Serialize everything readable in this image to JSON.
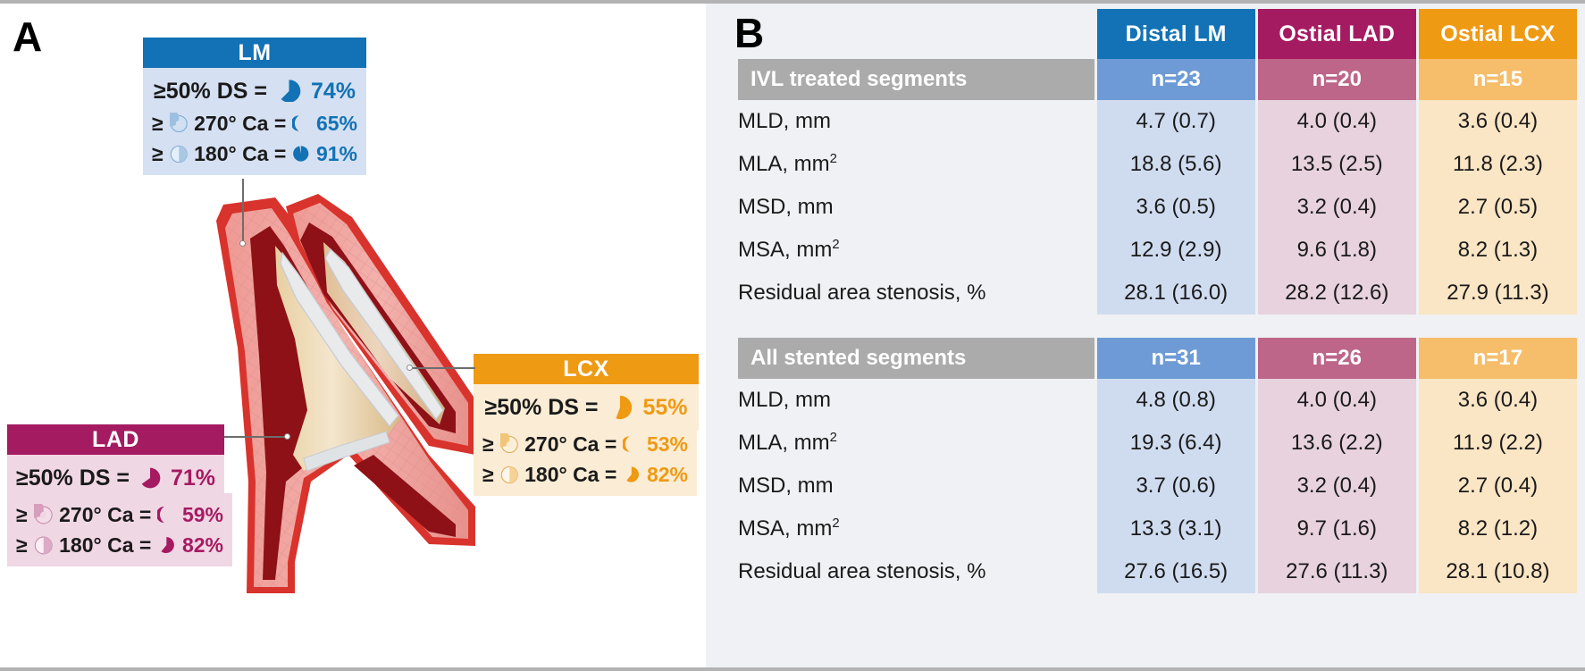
{
  "panels": {
    "a_letter": "A",
    "b_letter": "B"
  },
  "colors": {
    "lm": "#1272b5",
    "lad": "#a51b62",
    "lcx": "#ef9a13",
    "gray_header": "#ababab",
    "panel_b_bg": "#eff1f4"
  },
  "illustration": {
    "name": "coronary-bifurcation-cross-section",
    "description": "Left main coronary bifurcation with calcified plaque"
  },
  "callouts": {
    "lm": {
      "title": "LM",
      "ds_label": "≥50% DS =",
      "ds_value": "74%",
      "ca270_prefix": "≥",
      "ca270_label": "270° Ca =",
      "ca270_value": "65%",
      "ca180_prefix": "≥",
      "ca180_label": "180° Ca =",
      "ca180_value": "91%"
    },
    "lad": {
      "title": "LAD",
      "ds_label": "≥50% DS =",
      "ds_value": "71%",
      "ca270_prefix": "≥",
      "ca270_label": "270° Ca =",
      "ca270_value": "59%",
      "ca180_prefix": "≥",
      "ca180_label": "180° Ca =",
      "ca180_value": "82%"
    },
    "lcx": {
      "title": "LCX",
      "ds_label": "≥50% DS =",
      "ds_value": "55%",
      "ca270_prefix": "≥",
      "ca270_label": "270° Ca =",
      "ca270_value": "53%",
      "ca180_prefix": "≥",
      "ca180_label": "180° Ca =",
      "ca180_value": "82%"
    }
  },
  "table": {
    "columns": [
      "",
      "Distal LM",
      "Ostial LAD",
      "Ostial LCX"
    ],
    "blocks": [
      {
        "title": "IVL treated segments",
        "counts": [
          "n=23",
          "n=20",
          "n=15"
        ],
        "rows": [
          {
            "label": "MLD, mm",
            "sup": "",
            "values": [
              "4.7 (0.7)",
              "4.0 (0.4)",
              "3.6 (0.4)"
            ]
          },
          {
            "label": "MLA, mm",
            "sup": "2",
            "values": [
              "18.8 (5.6)",
              "13.5 (2.5)",
              "11.8 (2.3)"
            ]
          },
          {
            "label": "MSD, mm",
            "sup": "",
            "values": [
              "3.6 (0.5)",
              "3.2 (0.4)",
              "2.7 (0.5)"
            ]
          },
          {
            "label": "MSA, mm",
            "sup": "2",
            "values": [
              "12.9 (2.9)",
              "9.6 (1.8)",
              "8.2 (1.3)"
            ]
          },
          {
            "label": "Residual area stenosis, %",
            "sup": "",
            "values": [
              "28.1 (16.0)",
              "28.2 (12.6)",
              "27.9 (11.3)"
            ]
          }
        ]
      },
      {
        "title": "All stented segments",
        "counts": [
          "n=31",
          "n=26",
          "n=17"
        ],
        "rows": [
          {
            "label": "MLD, mm",
            "sup": "",
            "values": [
              "4.8 (0.8)",
              "4.0 (0.4)",
              "3.6 (0.4)"
            ]
          },
          {
            "label": "MLA, mm",
            "sup": "2",
            "values": [
              "19.3 (6.4)",
              "13.6 (2.2)",
              "11.9 (2.2)"
            ]
          },
          {
            "label": "MSD, mm",
            "sup": "",
            "values": [
              "3.7 (0.6)",
              "3.2 (0.4)",
              "2.7 (0.4)"
            ]
          },
          {
            "label": "MSA, mm",
            "sup": "2",
            "values": [
              "13.3 (3.1)",
              "9.7 (1.6)",
              "8.2 (1.2)"
            ]
          },
          {
            "label": "Residual area stenosis, %",
            "sup": "",
            "values": [
              "27.6 (16.5)",
              "27.6 (11.3)",
              "28.1 (10.8)"
            ]
          }
        ]
      }
    ]
  }
}
